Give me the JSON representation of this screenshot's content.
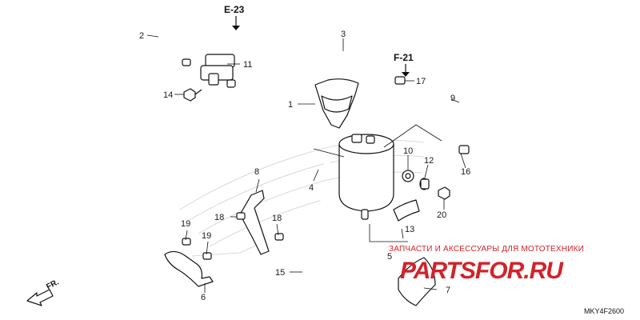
{
  "callouts": [
    "1",
    "2",
    "3",
    "4",
    "5",
    "6",
    "7",
    "8",
    "9",
    "10",
    "11",
    "12",
    "13",
    "14",
    "15",
    "16",
    "17",
    "18",
    "18",
    "19",
    "19",
    "20"
  ],
  "refs": {
    "top_left": "E-23",
    "top_right": "F-21"
  },
  "direction": {
    "label": "FR."
  },
  "watermark": {
    "caption": "ЗАПЧАСТИ И АКСЕССУАРЫ ДЛЯ МОТОТЕХНИКИ",
    "logo": "PARTSFOR.RU"
  },
  "diagram_code": "MKY4F2600"
}
